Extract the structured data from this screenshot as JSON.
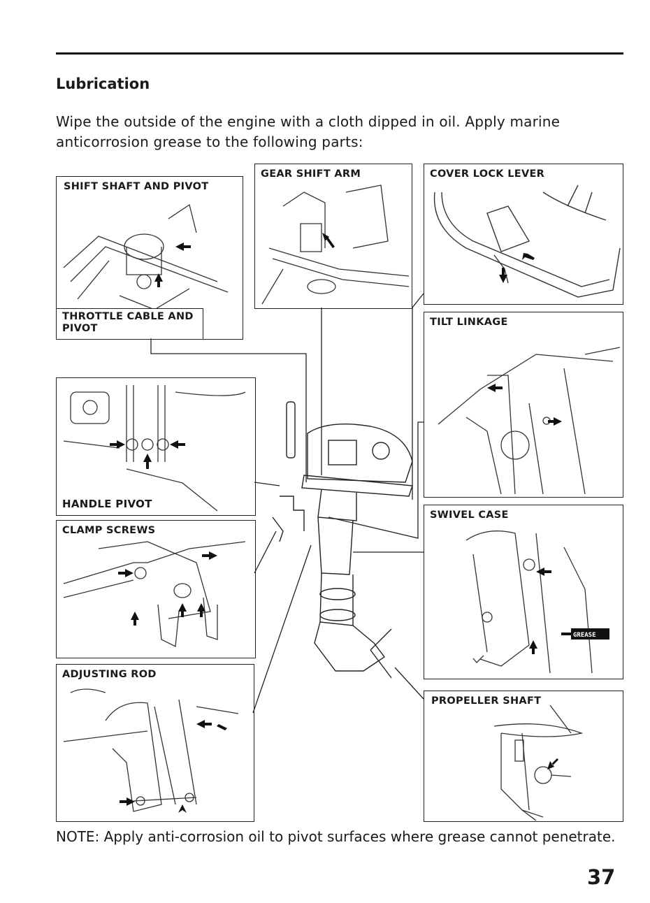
{
  "heading": "Lubrication",
  "intro": "Wipe the outside of the engine with a cloth dipped in oil. Apply marine anticorrosion grease to the following parts:",
  "panels": {
    "shift_shaft": "SHIFT SHAFT AND PIVOT",
    "throttle_cable": "THROTTLE CABLE AND PIVOT",
    "gear_shift_arm": "GEAR SHIFT ARM",
    "cover_lock_lever": "COVER LOCK LEVER",
    "tilt_linkage": "TILT LINKAGE",
    "handle_pivot": "HANDLE PIVOT",
    "swivel_case": "SWIVEL CASE",
    "clamp_screws": "CLAMP SCREWS",
    "adjusting_rod": "ADJUSTING ROD",
    "propeller_shaft": "PROPELLER SHAFT"
  },
  "grease_tube_label": "GREASE",
  "note": "NOTE: Apply anti-corrosion oil to pivot surfaces where grease cannot penetrate.",
  "page_number": "37"
}
